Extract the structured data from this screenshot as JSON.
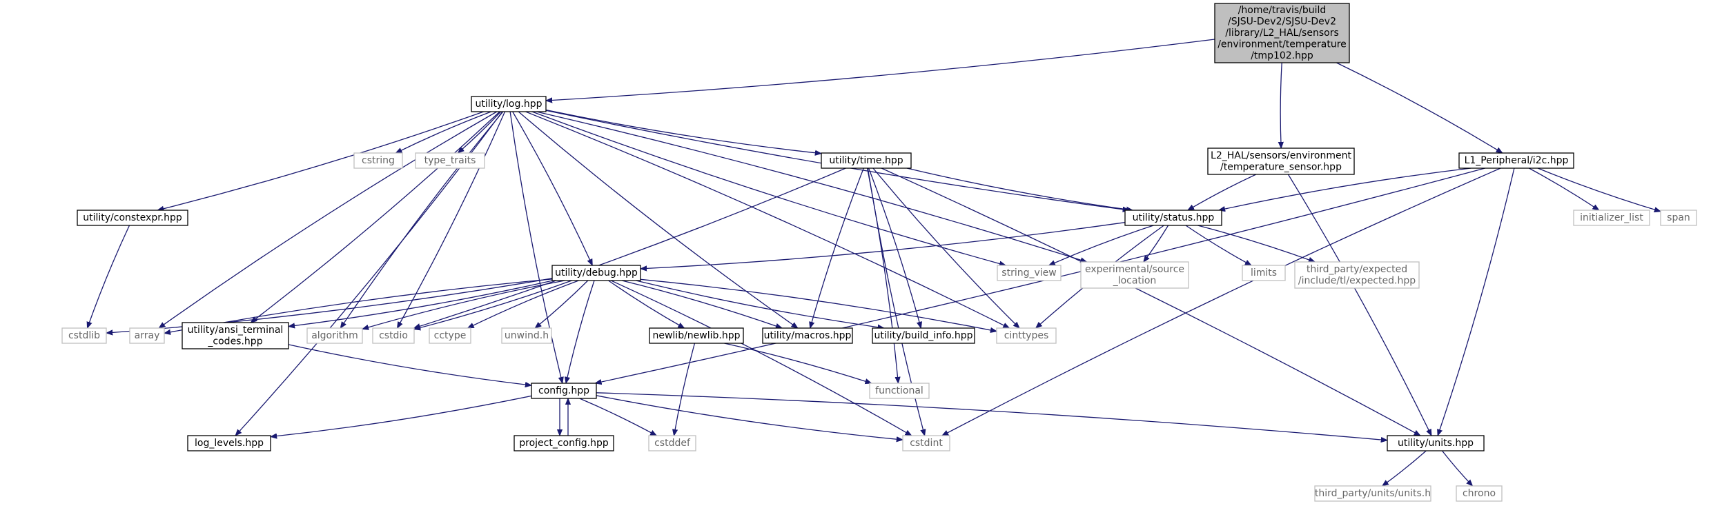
{
  "diagram": {
    "colors": {
      "edge": "#191970",
      "root_fill": "#bfbfbf",
      "node_border": "#000000",
      "external_border": "#bfbfbf",
      "external_text": "#666666"
    },
    "nodes": [
      {
        "id": "root",
        "kind": "root",
        "lines": [
          "/home/travis/build",
          "/SJSU-Dev2/SJSU-Dev2",
          "/library/L2_HAL/sensors",
          "/environment/temperature",
          "/tmp102.hpp"
        ]
      },
      {
        "id": "log",
        "kind": "doc",
        "lines": [
          "utility/log.hpp"
        ]
      },
      {
        "id": "tsensor",
        "kind": "doc",
        "lines": [
          "L2_HAL/sensors/environment",
          "/temperature_sensor.hpp"
        ]
      },
      {
        "id": "i2c",
        "kind": "doc",
        "lines": [
          "L1_Peripheral/i2c.hpp"
        ]
      },
      {
        "id": "cstring",
        "kind": "ext",
        "lines": [
          "cstring"
        ]
      },
      {
        "id": "type_traits",
        "kind": "ext",
        "lines": [
          "type_traits"
        ]
      },
      {
        "id": "time",
        "kind": "doc",
        "lines": [
          "utility/time.hpp"
        ]
      },
      {
        "id": "constexpr",
        "kind": "doc",
        "lines": [
          "utility/constexpr.hpp"
        ]
      },
      {
        "id": "status",
        "kind": "doc",
        "lines": [
          "utility/status.hpp"
        ]
      },
      {
        "id": "initializer_list",
        "kind": "ext",
        "lines": [
          "initializer_list"
        ]
      },
      {
        "id": "span",
        "kind": "ext",
        "lines": [
          "span"
        ]
      },
      {
        "id": "debug",
        "kind": "doc",
        "lines": [
          "utility/debug.hpp"
        ]
      },
      {
        "id": "string_view",
        "kind": "ext",
        "lines": [
          "string_view"
        ]
      },
      {
        "id": "source_location",
        "kind": "ext",
        "lines": [
          "experimental/source",
          "_location"
        ]
      },
      {
        "id": "limits",
        "kind": "ext",
        "lines": [
          "limits"
        ]
      },
      {
        "id": "expected",
        "kind": "ext",
        "lines": [
          "third_party/expected",
          "/include/tl/expected.hpp"
        ]
      },
      {
        "id": "cstdlib",
        "kind": "ext",
        "lines": [
          "cstdlib"
        ]
      },
      {
        "id": "array",
        "kind": "ext",
        "lines": [
          "array"
        ]
      },
      {
        "id": "ansi",
        "kind": "doc",
        "lines": [
          "utility/ansi_terminal",
          "_codes.hpp"
        ]
      },
      {
        "id": "algorithm",
        "kind": "ext",
        "lines": [
          "algorithm"
        ]
      },
      {
        "id": "cstdio",
        "kind": "ext",
        "lines": [
          "cstdio"
        ]
      },
      {
        "id": "cctype",
        "kind": "ext",
        "lines": [
          "cctype"
        ]
      },
      {
        "id": "unwind",
        "kind": "ext",
        "lines": [
          "unwind.h"
        ]
      },
      {
        "id": "newlib",
        "kind": "doc",
        "lines": [
          "newlib/newlib.hpp"
        ]
      },
      {
        "id": "macros",
        "kind": "doc",
        "lines": [
          "utility/macros.hpp"
        ]
      },
      {
        "id": "build_info",
        "kind": "doc",
        "lines": [
          "utility/build_info.hpp"
        ]
      },
      {
        "id": "cinttypes",
        "kind": "ext",
        "lines": [
          "cinttypes"
        ]
      },
      {
        "id": "functional",
        "kind": "ext",
        "lines": [
          "functional"
        ]
      },
      {
        "id": "config",
        "kind": "doc",
        "lines": [
          "config.hpp"
        ]
      },
      {
        "id": "log_levels",
        "kind": "doc",
        "lines": [
          "log_levels.hpp"
        ]
      },
      {
        "id": "project_config",
        "kind": "doc",
        "lines": [
          "project_config.hpp"
        ]
      },
      {
        "id": "cstddef",
        "kind": "ext",
        "lines": [
          "cstddef"
        ]
      },
      {
        "id": "cstdint",
        "kind": "ext",
        "lines": [
          "cstdint"
        ]
      },
      {
        "id": "units",
        "kind": "doc",
        "lines": [
          "utility/units.hpp"
        ]
      },
      {
        "id": "units_h",
        "kind": "ext",
        "lines": [
          "third_party/units/units.h"
        ]
      },
      {
        "id": "chrono",
        "kind": "ext",
        "lines": [
          "chrono"
        ]
      }
    ],
    "edges": [
      [
        "root",
        "log"
      ],
      [
        "root",
        "tsensor"
      ],
      [
        "root",
        "i2c"
      ],
      [
        "log",
        "cstring"
      ],
      [
        "log",
        "type_traits"
      ],
      [
        "log",
        "time"
      ],
      [
        "log",
        "constexpr"
      ],
      [
        "log",
        "status"
      ],
      [
        "log",
        "debug"
      ],
      [
        "log",
        "string_view"
      ],
      [
        "log",
        "source_location"
      ],
      [
        "log",
        "array"
      ],
      [
        "log",
        "ansi"
      ],
      [
        "log",
        "algorithm"
      ],
      [
        "log",
        "cstdio"
      ],
      [
        "log",
        "macros"
      ],
      [
        "log",
        "cinttypes"
      ],
      [
        "log",
        "config"
      ],
      [
        "log",
        "log_levels"
      ],
      [
        "tsensor",
        "status"
      ],
      [
        "tsensor",
        "units"
      ],
      [
        "i2c",
        "status"
      ],
      [
        "i2c",
        "initializer_list"
      ],
      [
        "i2c",
        "span"
      ],
      [
        "i2c",
        "config"
      ],
      [
        "i2c",
        "cstdint"
      ],
      [
        "i2c",
        "units"
      ],
      [
        "time",
        "status"
      ],
      [
        "time",
        "cstdio"
      ],
      [
        "time",
        "macros"
      ],
      [
        "time",
        "build_info"
      ],
      [
        "time",
        "cinttypes"
      ],
      [
        "time",
        "functional"
      ],
      [
        "time",
        "cstdint"
      ],
      [
        "time",
        "units"
      ],
      [
        "constexpr",
        "cstdlib"
      ],
      [
        "status",
        "debug"
      ],
      [
        "status",
        "string_view"
      ],
      [
        "status",
        "source_location"
      ],
      [
        "status",
        "limits"
      ],
      [
        "status",
        "expected"
      ],
      [
        "status",
        "cinttypes"
      ],
      [
        "debug",
        "cstdlib"
      ],
      [
        "debug",
        "array"
      ],
      [
        "debug",
        "ansi"
      ],
      [
        "debug",
        "algorithm"
      ],
      [
        "debug",
        "cstdio"
      ],
      [
        "debug",
        "cctype"
      ],
      [
        "debug",
        "unwind"
      ],
      [
        "debug",
        "newlib"
      ],
      [
        "debug",
        "macros"
      ],
      [
        "debug",
        "build_info"
      ],
      [
        "debug",
        "cinttypes"
      ],
      [
        "debug",
        "config"
      ],
      [
        "debug",
        "cstdint"
      ],
      [
        "ansi",
        "config"
      ],
      [
        "newlib",
        "functional"
      ],
      [
        "newlib",
        "cstddef"
      ],
      [
        "config",
        "log_levels"
      ],
      [
        "config",
        "project_config"
      ],
      [
        "config",
        "cstddef"
      ],
      [
        "config",
        "cstdint"
      ],
      [
        "config",
        "units"
      ],
      [
        "project_config",
        "config"
      ],
      [
        "units",
        "units_h"
      ],
      [
        "units",
        "chrono"
      ]
    ]
  }
}
